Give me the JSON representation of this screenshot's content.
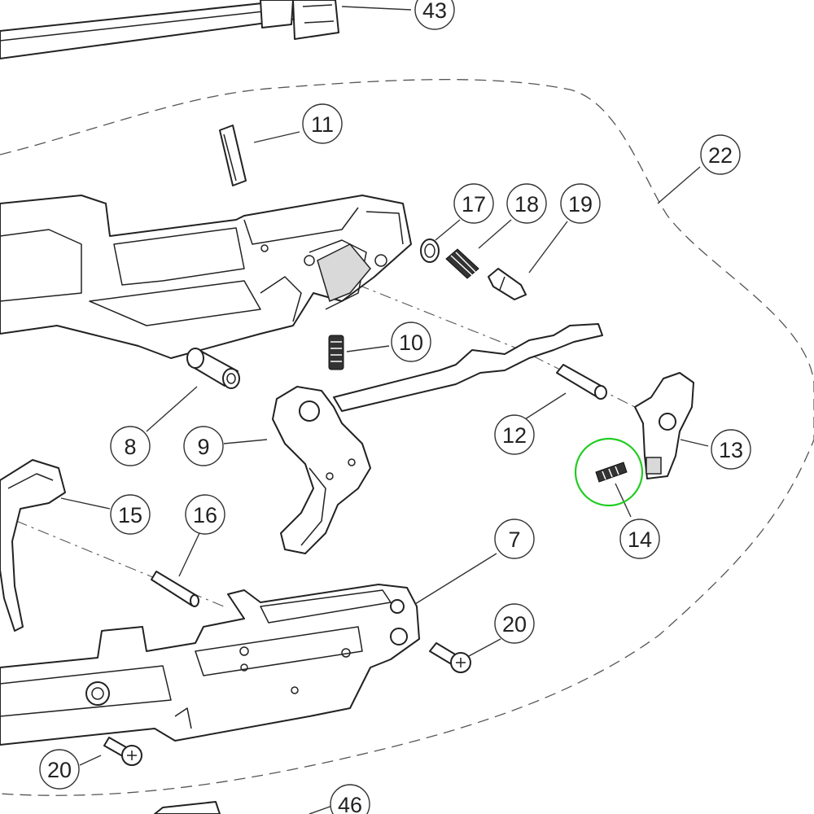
{
  "diagram": {
    "callouts": [
      {
        "id": "43",
        "label": "43"
      },
      {
        "id": "11",
        "label": "11"
      },
      {
        "id": "22",
        "label": "22"
      },
      {
        "id": "17",
        "label": "17"
      },
      {
        "id": "18",
        "label": "18"
      },
      {
        "id": "19",
        "label": "19"
      },
      {
        "id": "10",
        "label": "10"
      },
      {
        "id": "8",
        "label": "8"
      },
      {
        "id": "9",
        "label": "9"
      },
      {
        "id": "12",
        "label": "12"
      },
      {
        "id": "13",
        "label": "13"
      },
      {
        "id": "14",
        "label": "14"
      },
      {
        "id": "15",
        "label": "15"
      },
      {
        "id": "16",
        "label": "16"
      },
      {
        "id": "7",
        "label": "7"
      },
      {
        "id": "20a",
        "label": "20"
      },
      {
        "id": "20b",
        "label": "20"
      },
      {
        "id": "46",
        "label": "46"
      }
    ],
    "highlight": {
      "target": "14",
      "color": "#22cc22"
    },
    "colors": {
      "line": "#222222",
      "background": "#ffffff",
      "highlight": "#22cc22"
    }
  }
}
